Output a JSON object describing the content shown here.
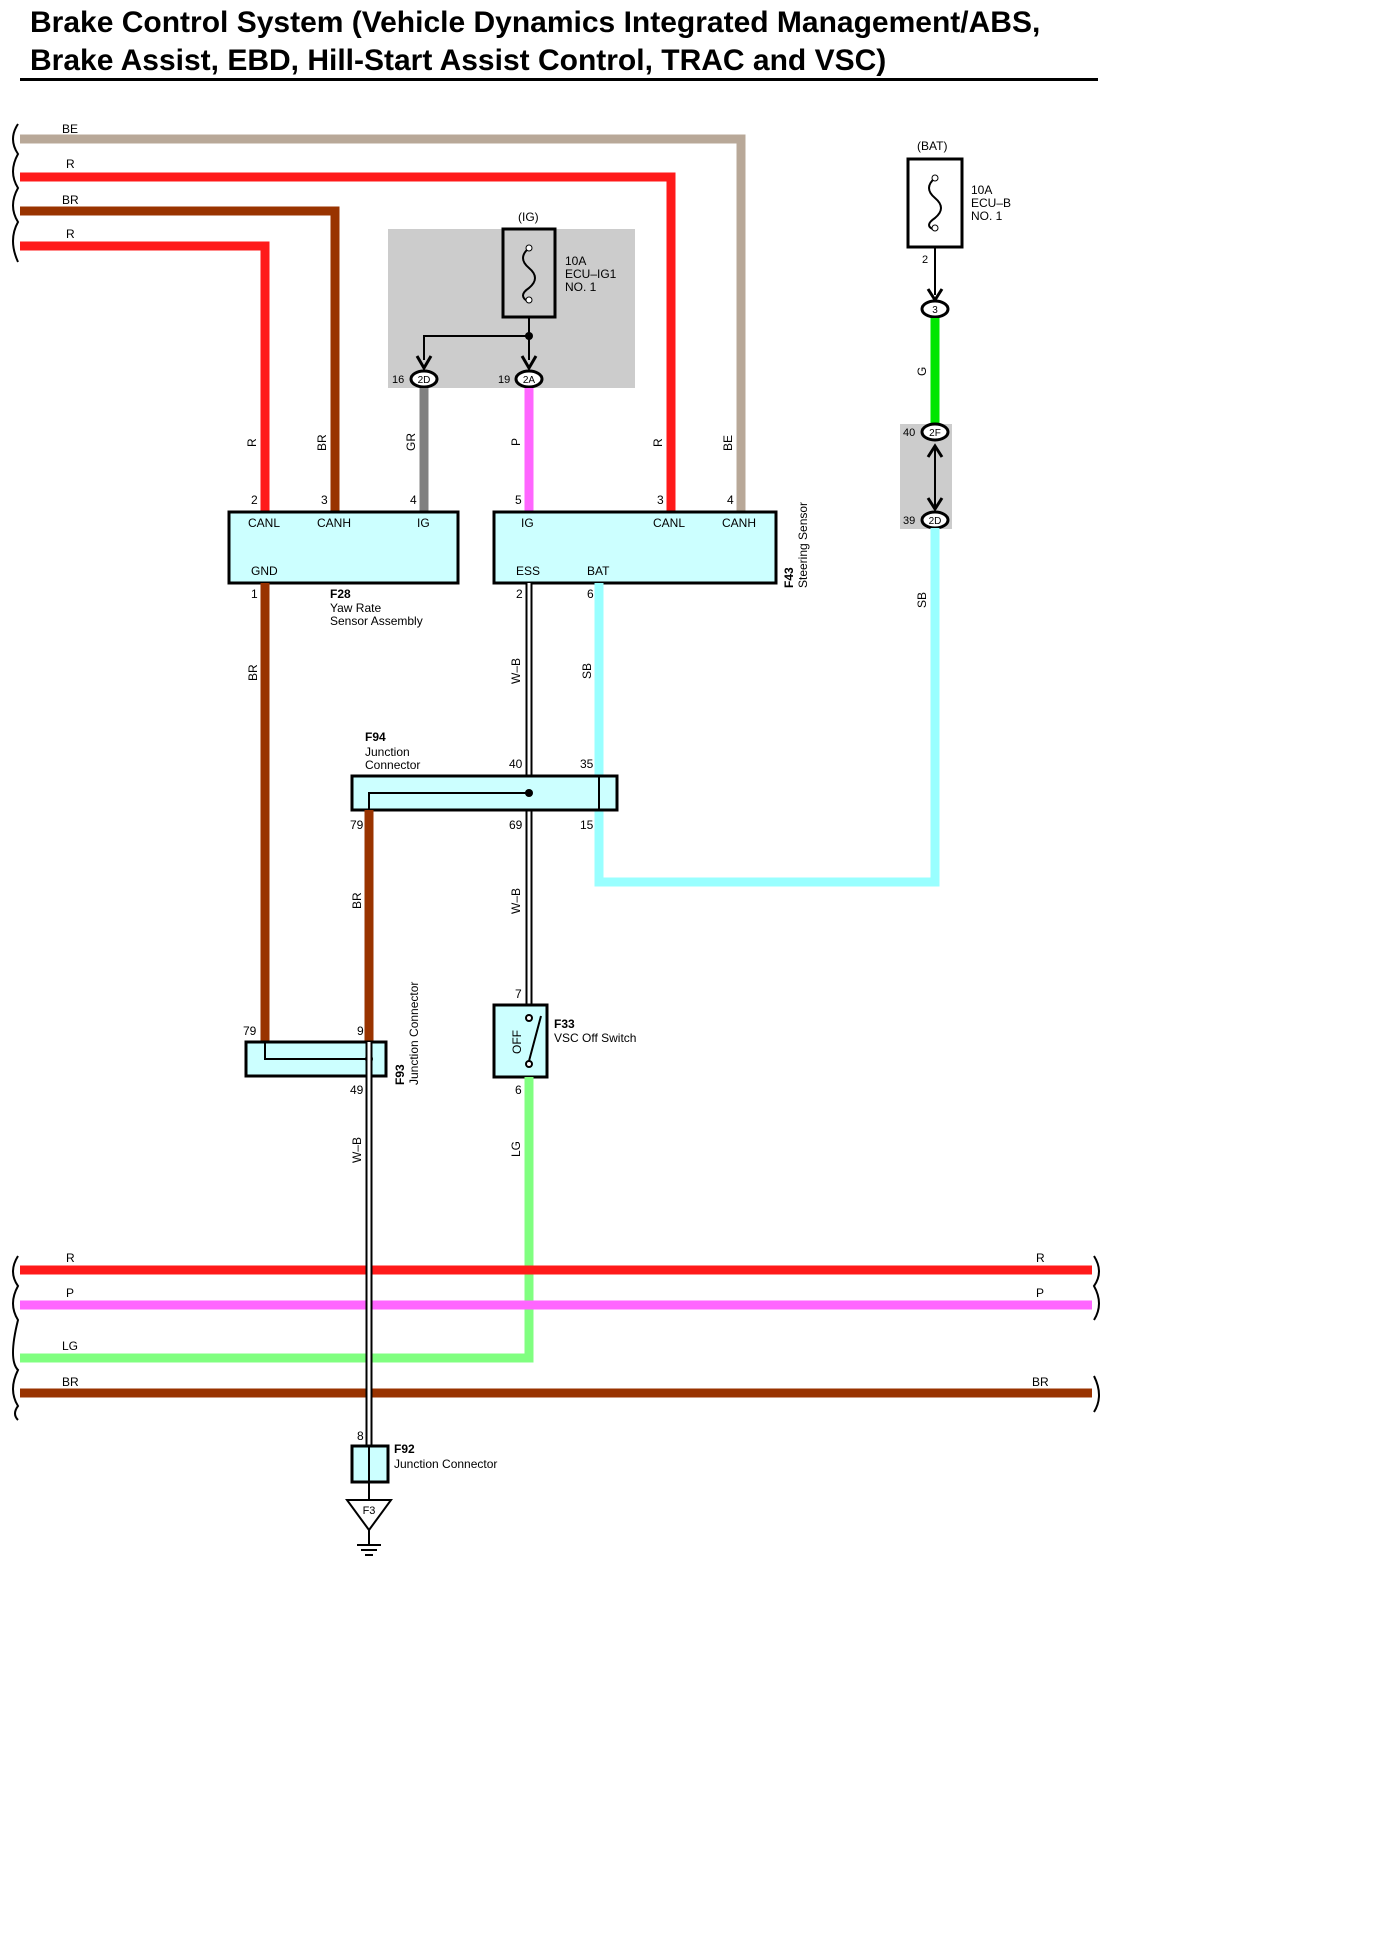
{
  "title": {
    "line1": "Brake Control System (Vehicle Dynamics Integrated Management/ABS,",
    "line2": "Brake Assist, EBD, Hill-Start Assist Control, TRAC and VSC)"
  },
  "colors": {
    "BE": "#b8a898",
    "R": "#ff1a1a",
    "BR": "#993300",
    "GR": "#808080",
    "P": "#ff66ff",
    "G": "#00e600",
    "SB": "#99ffff",
    "LG": "#80ff80",
    "component_fill": "#ccffff",
    "splice_fill": "#cccccc"
  },
  "top_bus": {
    "wires": [
      {
        "color": "BE"
      },
      {
        "color": "R"
      },
      {
        "color": "BR"
      },
      {
        "color": "R"
      }
    ]
  },
  "bottom_bus": {
    "wires": [
      {
        "color": "R",
        "right_label": "R"
      },
      {
        "color": "P",
        "right_label": "P"
      },
      {
        "color": "LG"
      },
      {
        "color": "BR",
        "right_label": "BR"
      }
    ]
  },
  "fuse_ig": {
    "header": "(IG)",
    "rating": "10A",
    "name": "ECU–IG1",
    "num": "NO. 1",
    "connectors": [
      {
        "id": "2D",
        "pin": "16"
      },
      {
        "id": "2A",
        "pin": "19"
      }
    ]
  },
  "fuse_bat": {
    "header": "(BAT)",
    "rating": "10A",
    "name": "ECU–B",
    "num": "NO. 1",
    "pin": "2",
    "connector": "3",
    "splice": {
      "top_pin": "40",
      "top_id": "2F",
      "bottom_pin": "39",
      "bottom_id": "2D"
    }
  },
  "f28": {
    "code": "F28",
    "name_line1": "Yaw Rate",
    "name_line2": "Sensor Assembly",
    "terminals": [
      {
        "pin": "2",
        "label": "CANL",
        "wire": "R"
      },
      {
        "pin": "3",
        "label": "CANH",
        "wire": "BR"
      },
      {
        "pin": "4",
        "label": "IG",
        "wire": "GR"
      }
    ],
    "gnd": {
      "pin": "1",
      "label": "GND",
      "wire": "BR"
    }
  },
  "f43": {
    "code": "F43",
    "name": "Steering Sensor",
    "terminals": [
      {
        "pin": "5",
        "label": "IG",
        "wire": "P"
      },
      {
        "pin": "3",
        "label": "CANL",
        "wire": "R"
      },
      {
        "pin": "4",
        "label": "CANH",
        "wire": "BE"
      }
    ],
    "bottom": [
      {
        "pin": "2",
        "label": "ESS",
        "wire": "W–B"
      },
      {
        "pin": "6",
        "label": "BAT",
        "wire": "SB"
      }
    ]
  },
  "f94": {
    "code": "F94",
    "name_line1": "Junction",
    "name_line2": "Connector",
    "pins": {
      "top_left": "40",
      "top_right": "35",
      "bottom_left": "79",
      "bottom_mid": "69",
      "bottom_right": "15"
    }
  },
  "f93": {
    "code": "F93",
    "name": "Junction Connector",
    "pins": {
      "top_left": "79",
      "top_right": "9",
      "bottom": "49"
    }
  },
  "f33": {
    "code": "F33",
    "name": "VSC Off Switch",
    "switch_label": "OFF",
    "pins": {
      "top": "7",
      "bottom": "6"
    }
  },
  "f92": {
    "code": "F92",
    "name": "Junction Connector",
    "pin": "8",
    "ground": "F3"
  },
  "wire_labels": {
    "bat_g": "G",
    "bat_sb": "SB",
    "gnd_br": "BR",
    "ess_wb": "W–B",
    "bat_sb2": "SB",
    "f94_br": "BR",
    "f94_wb": "W–B",
    "f93_wb": "W–B",
    "f33_lg": "LG"
  }
}
